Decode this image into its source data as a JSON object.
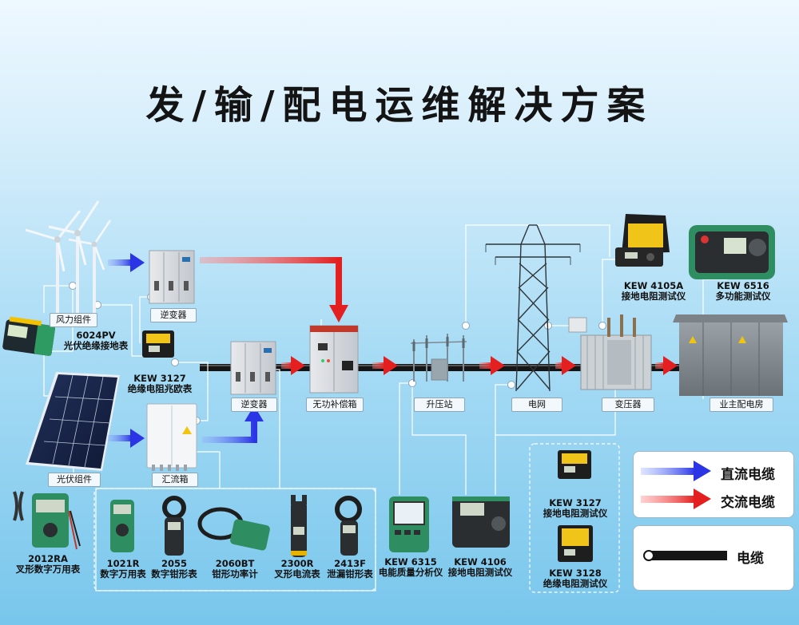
{
  "title": "发/输/配电运维解决方案",
  "nodes": {
    "wind": "风力组件",
    "inverter1": "逆变器",
    "inverter2": "逆变器",
    "pv": "光伏组件",
    "combiner": "汇流箱",
    "compensator": "无功补偿箱",
    "booster": "升压站",
    "grid": "电网",
    "transformer": "变压器",
    "substation": "业主配电房"
  },
  "instruments": {
    "i6024": {
      "model": "6024PV",
      "name": "光伏绝缘接地表"
    },
    "i3127a": {
      "model": "KEW 3127",
      "name": "绝缘电阻兆欧表"
    },
    "i4105": {
      "model": "KEW 4105A",
      "name": "接地电阻测试仪"
    },
    "i6516": {
      "model": "KEW 6516",
      "name": "多功能测试仪"
    },
    "i2012": {
      "model": "2012RA",
      "name": "叉形数字万用表"
    },
    "i1021": {
      "model": "1021R",
      "name": "数字万用表"
    },
    "i2055": {
      "model": "2055",
      "name": "数字钳形表"
    },
    "i2060": {
      "model": "2060BT",
      "name": "钳形功率计"
    },
    "i2300": {
      "model": "2300R",
      "name": "叉形电流表"
    },
    "i2413": {
      "model": "2413F",
      "name": "泄漏钳形表"
    },
    "i6315": {
      "model": "KEW 6315",
      "name": "电能质量分析仪"
    },
    "i4106": {
      "model": "KEW 4106",
      "name": "接地电阻测试仪"
    },
    "i3127b": {
      "model": "KEW 3127",
      "name": "接地电阻测试仪"
    },
    "i3128": {
      "model": "KEW 3128",
      "name": "绝缘电阻测试仪"
    }
  },
  "legend": {
    "dc": "直流电缆",
    "ac": "交流电缆",
    "cable": "电缆",
    "dc_color": "#3a3ee8",
    "ac_color": "#e52a2a"
  }
}
